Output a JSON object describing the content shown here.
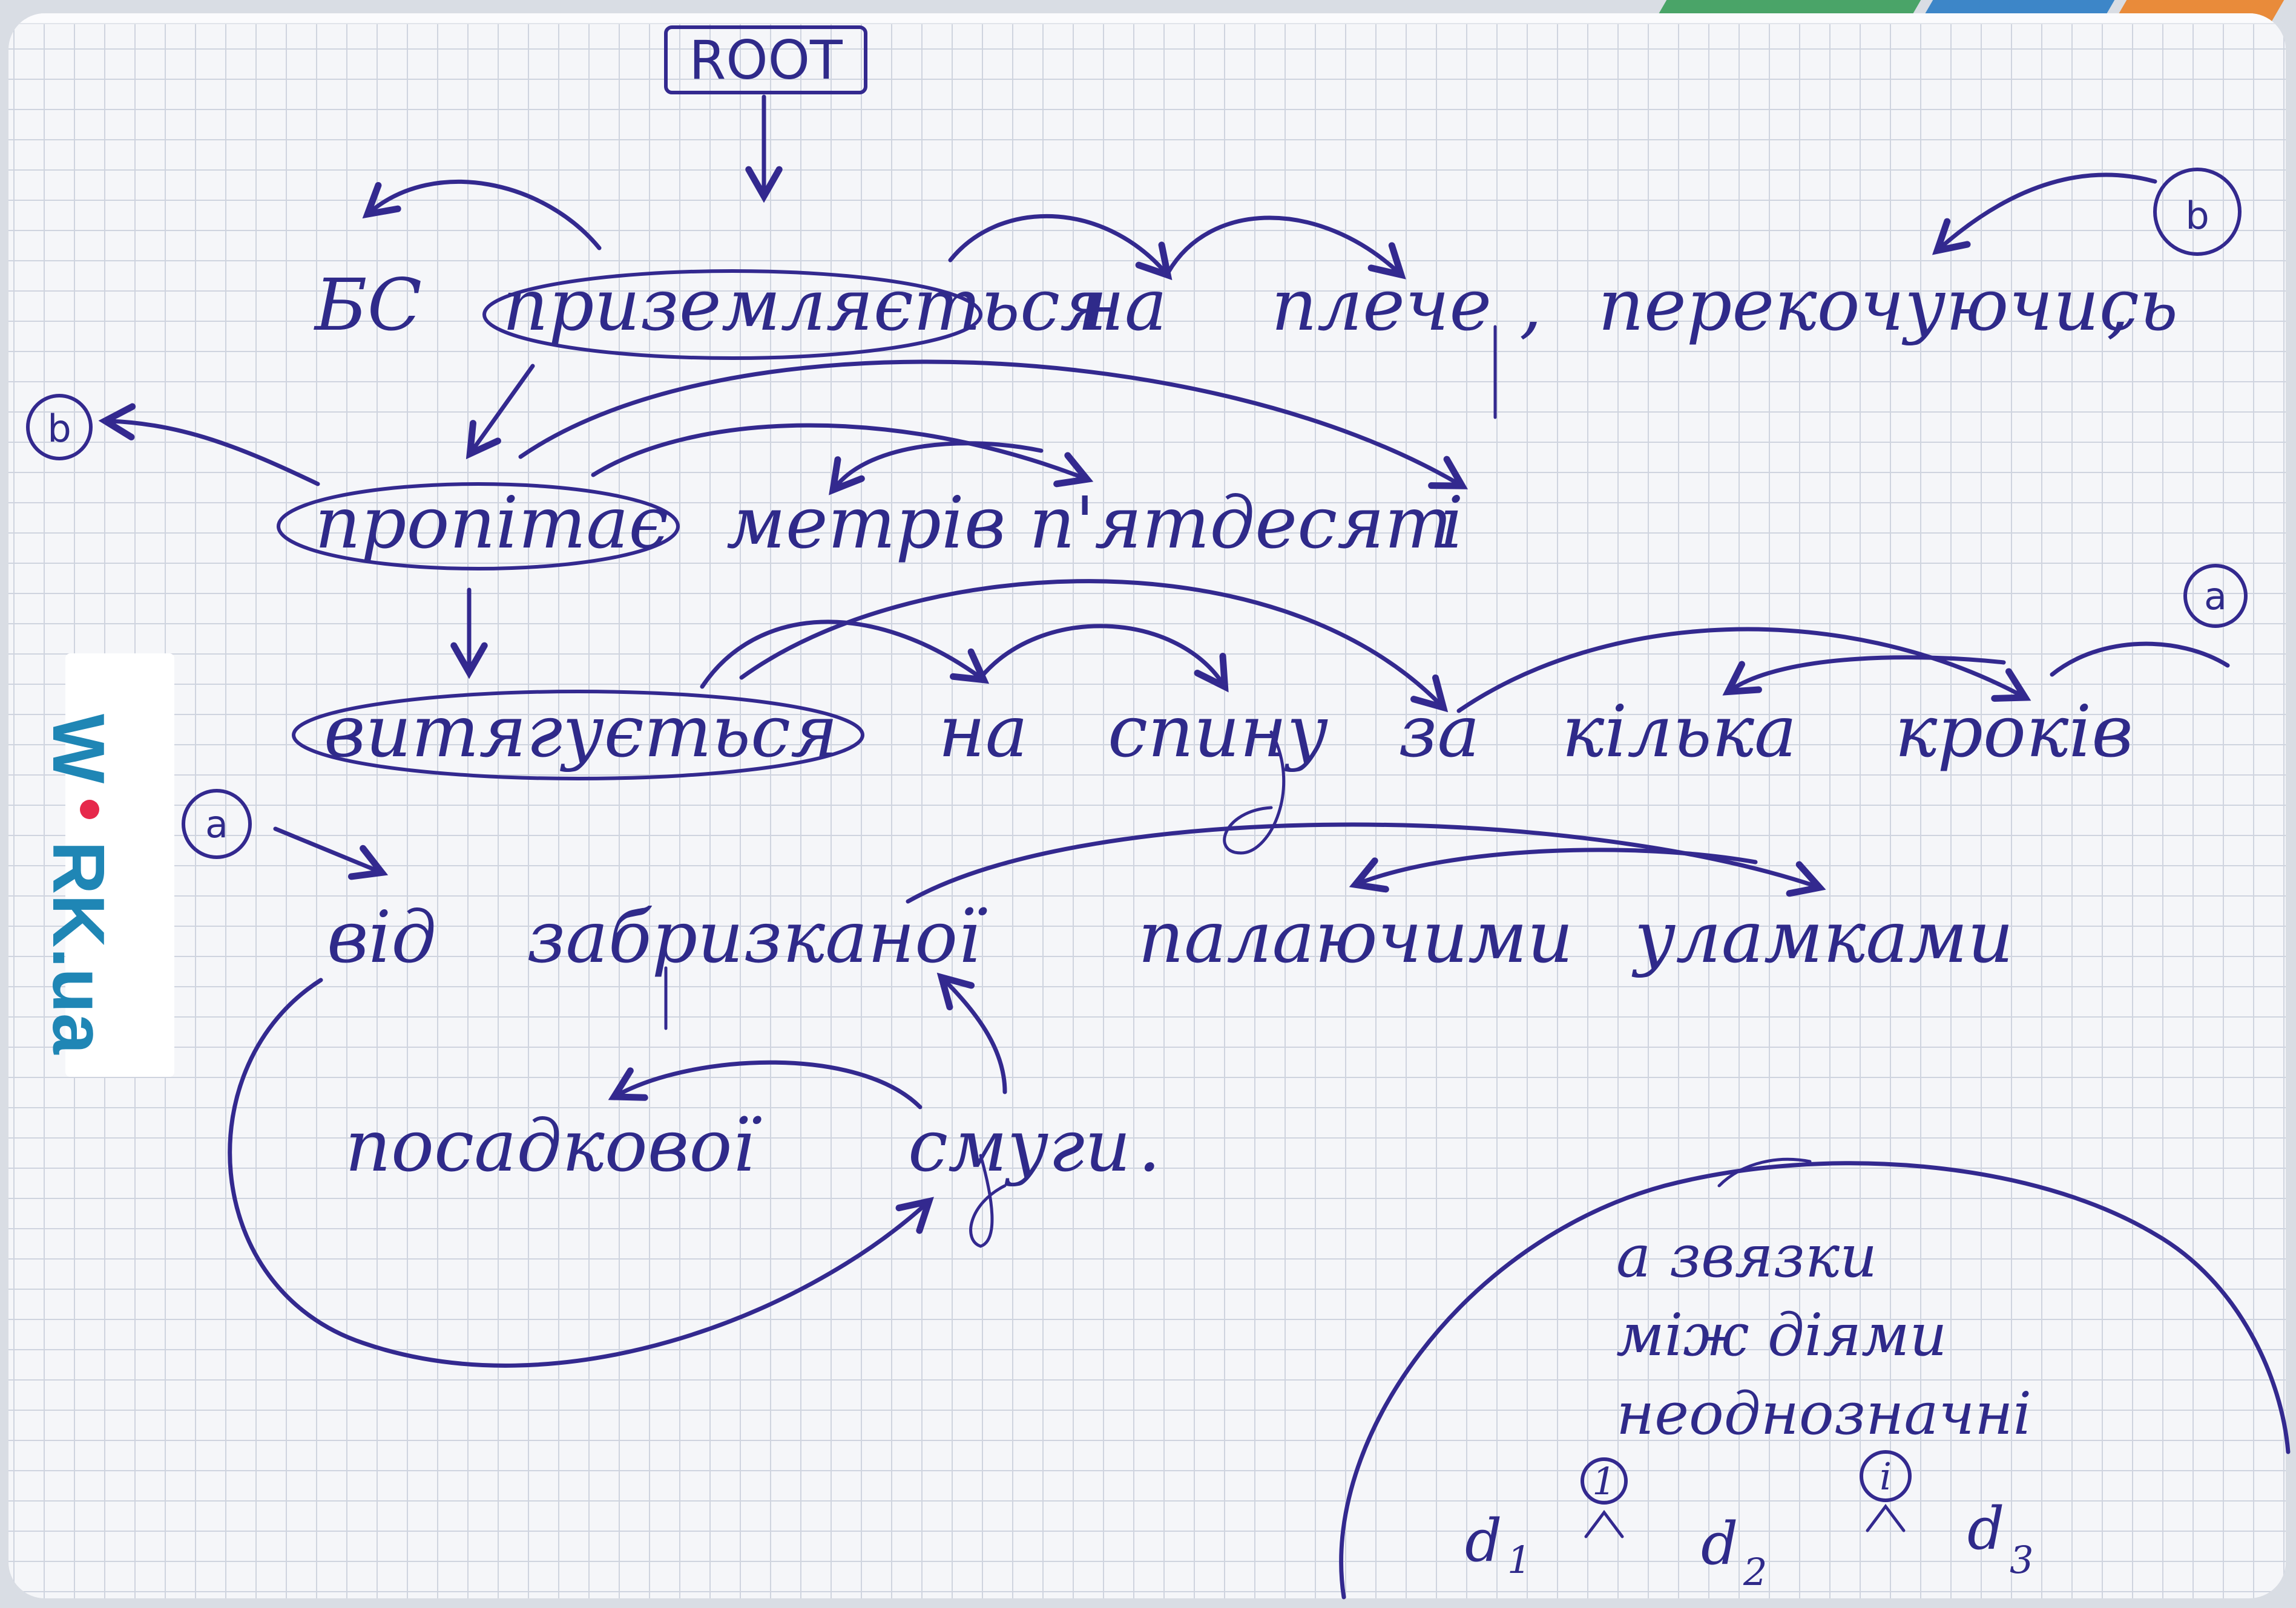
{
  "root_label": "ROOT",
  "sentence": {
    "line1": [
      "БС",
      "приземляється",
      "на",
      "плече",
      ",",
      "перекочуючись",
      ","
    ],
    "line2": [
      "пропітає",
      "метрів",
      "п'ятдесят",
      "і"
    ],
    "line3": [
      "витягується",
      "на",
      "спину",
      "за",
      "кілька",
      "кроків"
    ],
    "line4": [
      "від",
      "забризканої",
      "палаючими",
      "уламками"
    ],
    "line5": [
      "посадкової",
      "смуги",
      "."
    ]
  },
  "markers": {
    "a": "a",
    "b": "b"
  },
  "note": {
    "lines": [
      "а звязки",
      "між діями",
      "неоднозначні"
    ],
    "d1": "d",
    "d1_sub": "1",
    "d2": "d",
    "d2_sub": "2",
    "d3": "d",
    "d3_sub": "3",
    "conn1": "1",
    "conn2": "i"
  },
  "watermark": {
    "text_pre": "W",
    "text_post": "RK",
    "suffix": ".ua"
  },
  "colors": {
    "ink": "#2f2a8a",
    "paper": "#f5f6f9",
    "grid": "#cfd4df",
    "logo": "#1f86b5",
    "logo_dot": "#e6284b"
  }
}
